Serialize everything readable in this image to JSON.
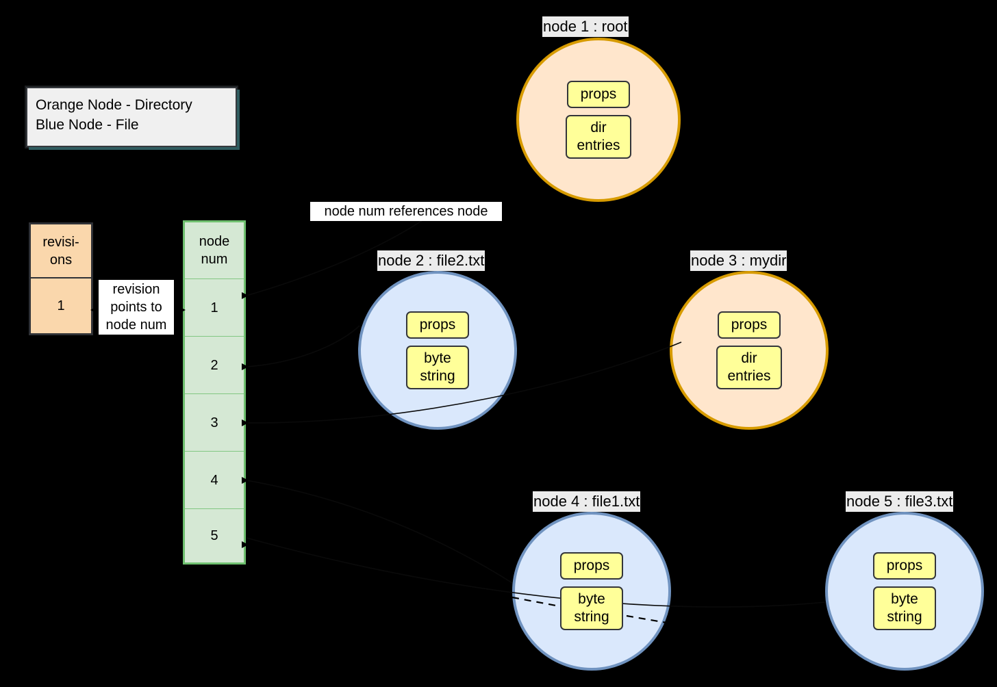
{
  "legend": {
    "line1": "Orange Node - Directory",
    "line2": "Blue Node - File"
  },
  "revisions_table": {
    "header": "revisi-\nons",
    "header_display": "revisi- ons",
    "rows": [
      "1"
    ]
  },
  "nodenum_table": {
    "header": "node num",
    "rows": [
      "1",
      "2",
      "3",
      "4",
      "5"
    ]
  },
  "edge_labels": {
    "revision_to_nodenum": "revision points to node num",
    "nodenum_references_node": "node num references node"
  },
  "nodes": [
    {
      "id": 1,
      "label": "node 1 : root",
      "kind": "directory",
      "boxes": [
        "props",
        "dir entries"
      ],
      "box1": "props",
      "box2_line1": "dir",
      "box2_line2": "entries"
    },
    {
      "id": 2,
      "label": "node 2 : file2.txt",
      "kind": "file",
      "boxes": [
        "props",
        "byte string"
      ],
      "box1": "props",
      "box2_line1": "byte",
      "box2_line2": "string"
    },
    {
      "id": 3,
      "label": "node 3 : mydir",
      "kind": "directory",
      "boxes": [
        "props",
        "dir entries"
      ],
      "box1": "props",
      "box2_line1": "dir",
      "box2_line2": "entries"
    },
    {
      "id": 4,
      "label": "node 4 : file1.txt",
      "kind": "file",
      "boxes": [
        "props",
        "byte string"
      ],
      "box1": "props",
      "box2_line1": "byte",
      "box2_line2": "string"
    },
    {
      "id": 5,
      "label": "node 5 : file3.txt",
      "kind": "file",
      "boxes": [
        "props",
        "byte string"
      ],
      "box1": "props",
      "box2_line1": "byte",
      "box2_line2": "string"
    }
  ],
  "colors": {
    "background": "#000000",
    "directory_fill": "#ffe6cc",
    "directory_border": "#d79b00",
    "file_fill": "#dae8fc",
    "file_border": "#7093c0",
    "inner_box_fill": "#ffff99",
    "inner_box_border": "#33353a",
    "revisions_fill": "#fad7ac",
    "revisions_border": "#2f3136",
    "nodenum_fill": "#d5e8d4",
    "nodenum_border": "#6fc06f",
    "legend_fill": "#f0f0f0",
    "legend_border": "#36393d",
    "label_fill": "#ececec",
    "edge_label_fill": "#ffffff"
  }
}
